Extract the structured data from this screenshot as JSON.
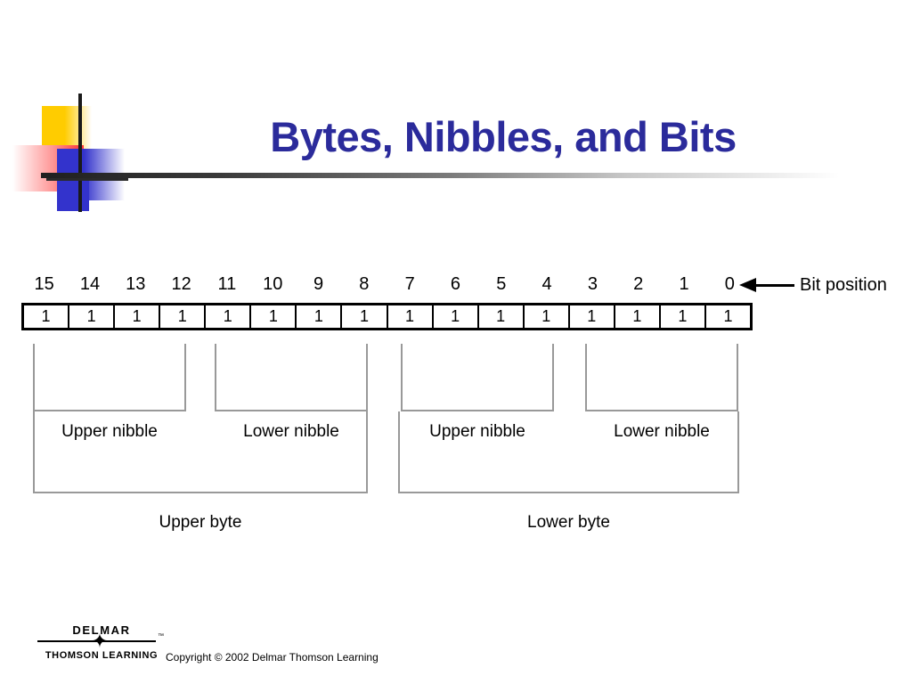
{
  "slide": {
    "title": "Bytes, Nibbles, and Bits",
    "title_color": "#2B2B9B",
    "background_color": "#FFFFFF"
  },
  "decoration": {
    "name": "title-accent-graphic",
    "colors": {
      "yellow": "#FFCC00",
      "red": "#FF3333",
      "blue": "#3333CC",
      "crosshair": "#1A1A1A"
    }
  },
  "diagram": {
    "type": "bit-field",
    "bit_positions": [
      "15",
      "14",
      "13",
      "12",
      "11",
      "10",
      "9",
      "8",
      "7",
      "6",
      "5",
      "4",
      "3",
      "2",
      "1",
      "0"
    ],
    "bit_values": [
      "1",
      "1",
      "1",
      "1",
      "1",
      "1",
      "1",
      "1",
      "1",
      "1",
      "1",
      "1",
      "1",
      "1",
      "1",
      "1"
    ],
    "bit_position_label": "Bit position",
    "arrow_icon": "left-arrow-icon",
    "nibble_groups": [
      {
        "label": "Upper nibble",
        "bits": [
          "15",
          "14",
          "13",
          "12"
        ]
      },
      {
        "label": "Lower nibble",
        "bits": [
          "11",
          "10",
          "9",
          "8"
        ]
      },
      {
        "label": "Upper nibble",
        "bits": [
          "7",
          "6",
          "5",
          "4"
        ]
      },
      {
        "label": "Lower nibble",
        "bits": [
          "3",
          "2",
          "1",
          "0"
        ]
      }
    ],
    "byte_groups": [
      {
        "label": "Upper byte",
        "bits": [
          "15",
          "14",
          "13",
          "12",
          "11",
          "10",
          "9",
          "8"
        ]
      },
      {
        "label": "Lower byte",
        "bits": [
          "7",
          "6",
          "5",
          "4",
          "3",
          "2",
          "1",
          "0"
        ]
      }
    ],
    "bracket_color": "#999999",
    "cell_border_color": "#000000"
  },
  "footer": {
    "logo_primary": "DELMAR",
    "logo_secondary": "THOMSON LEARNING",
    "logo_trademark": "™",
    "logo_star_glyph": "✦",
    "copyright": "Copyright © 2002 Delmar Thomson Learning"
  }
}
